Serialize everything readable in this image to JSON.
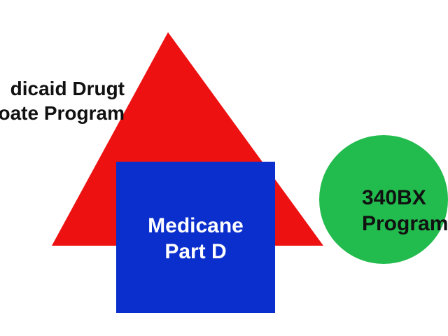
{
  "colors": {
    "background": "#ffffff",
    "triangle": "#ee1111",
    "square": "#0b2fcc",
    "circle": "#22bb4d",
    "dark_text": "#111111",
    "light_text": "#ffffff"
  },
  "shapes": {
    "triangle": {
      "lines": [
        "dicaid Drugt",
        "oate Program"
      ]
    },
    "square": {
      "lines": [
        "Medicane",
        "Part D"
      ]
    },
    "circle": {
      "lines": [
        "340BX",
        "Program"
      ]
    }
  }
}
